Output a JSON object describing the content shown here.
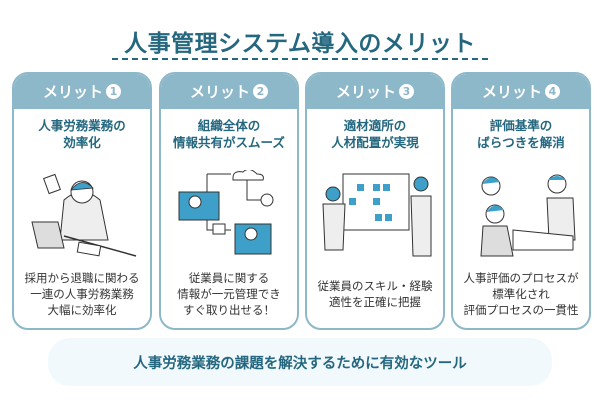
{
  "title": "人事管理システム導入のメリット",
  "accent": "#24677f",
  "header_color": "#8db8c9",
  "cards": [
    {
      "label": "メリット",
      "num": "1",
      "title1": "人事労務業務の",
      "title2": "効率化",
      "desc": [
        "採用から退職に関わる",
        "一連の人事労務業務",
        "大幅に効率化"
      ],
      "icon": "busy-worker-illustration"
    },
    {
      "label": "メリット",
      "num": "2",
      "title1": "組織全体の",
      "title2": "情報共有がスムーズ",
      "desc": [
        "従業員に関する",
        "情報が一元管理でき",
        "すぐ取り出せる！"
      ],
      "icon": "network-sharing-illustration"
    },
    {
      "label": "メリット",
      "num": "3",
      "title1": "適材適所の",
      "title2": "人材配置が実現",
      "desc": [
        "従業員のスキル・経験",
        "適性を正確に把握"
      ],
      "icon": "whiteboard-planning-illustration"
    },
    {
      "label": "メリット",
      "num": "4",
      "title1": "評価基準の",
      "title2": "ばらつきを解消",
      "desc": [
        "人事評価のプロセスが",
        "標準化され",
        "評価プロセスの一貫性"
      ],
      "icon": "evaluation-meeting-illustration"
    }
  ],
  "footer": "人事労務業務の課題を解決するために有効なツール"
}
